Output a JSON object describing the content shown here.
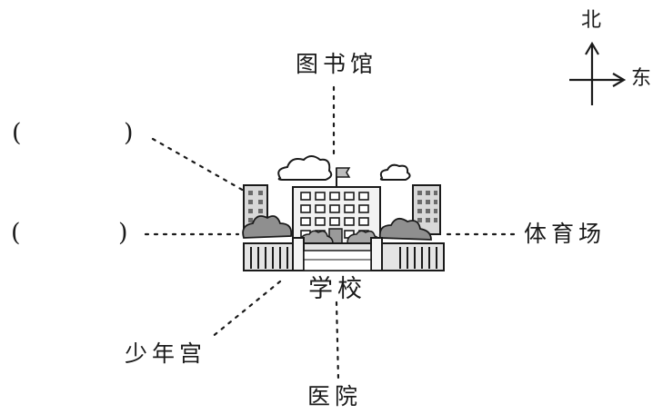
{
  "places": {
    "center": "学校",
    "north": "图书馆",
    "east": "体育场",
    "south": "医院",
    "southwest": "少年宫"
  },
  "blanks": {
    "northwest": {
      "open": "(",
      "close": ")"
    },
    "west": {
      "open": "(",
      "close": ")"
    }
  },
  "compass": {
    "north": "北",
    "east": "东"
  }
}
